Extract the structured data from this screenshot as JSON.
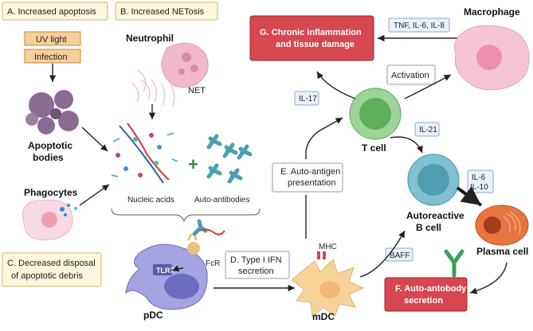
{
  "boxes": {
    "a": "A. Increased apoptosis",
    "b": "B. Increased NETosis",
    "c_line1": "C. Decreased disposal",
    "c_line2": "of apoptotic debris",
    "d_line1": "D. Type I IFN",
    "d_line2": "secretion",
    "e_line1": "E. Auto-antigen",
    "e_line2": "presentation",
    "f_line1": "F. Auto-antobody",
    "f_line2": "secretion",
    "g_line1": "G. Chronic inflammation",
    "g_line2": "and tissue damage",
    "uv": "UV light",
    "infection": "Infection"
  },
  "labels": {
    "apoptotic_line1": "Apoptotic",
    "apoptotic_line2": "bodies",
    "phagocytes": "Phagocytes",
    "neutrophil": "Neutrophil",
    "net": "NET",
    "nucleic_acids": "Nucleic acids",
    "auto_antibodies": "Auto-antibodies",
    "plus": "+",
    "pdc": "pDC",
    "tlr7": "TLR7",
    "fcr": "FcR",
    "mdc": "mDC",
    "mhc": "MHC",
    "tcell": "T cell",
    "autoreactive_line1": "Autoreactive",
    "autoreactive_line2": "B cell",
    "plasma": "Plasma cell",
    "macrophage": "Macrophage",
    "cytokines_tnf": "TNF, IL-6, IL-8",
    "activation": "Activation",
    "il17": "IL-17",
    "il21": "IL-21",
    "il6": "IL-6",
    "il10": "IL-10",
    "baff": "BAFF"
  },
  "colors": {
    "box_yellow": "#fbf6dc",
    "box_orange": "#f6cf9a",
    "box_red": "#d7474f",
    "box_blue": "#eaf1fb",
    "apoptotic": "#8a6c93",
    "neutrophil": "#f0b8cc",
    "pdc": "#a5a3e0",
    "mdc": "#f7d39a",
    "tcell": "#9ed39a",
    "bcell": "#7fc1d2",
    "plasma": "#e8743f",
    "macrophage": "#f6c5d3",
    "antibody": "#4aa0b0"
  }
}
